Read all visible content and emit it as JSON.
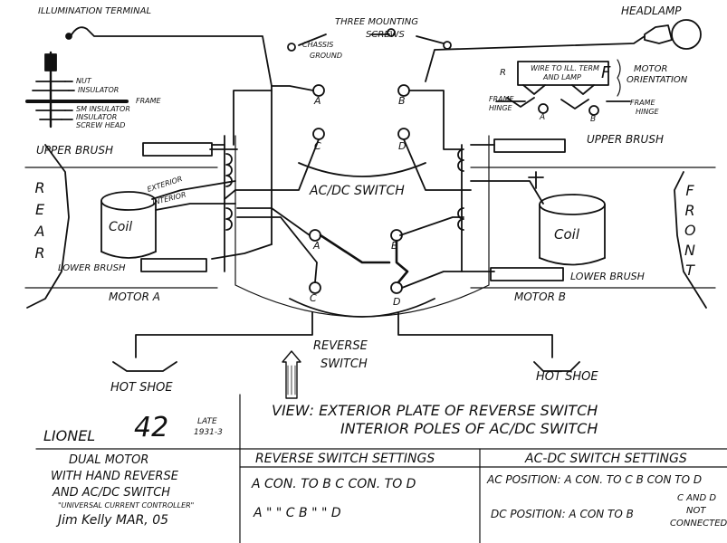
{
  "labels": {
    "illumination_terminal": "ILLUMINATION TERMINAL",
    "headlamp": "HEADLAMP",
    "three_mounting": "THREE MOUNTING",
    "screws": "SCREWS",
    "chassis": "CHASSIS",
    "ground": "GROUND",
    "nut": "NUT",
    "insulator": "INSULATOR",
    "frame": "FRAME",
    "sm_insulator": "SM INSULATOR",
    "insulator2": "INSULATOR",
    "screw_head": "SCREW HEAD",
    "upper_brush_left": "UPPER BRUSH",
    "upper_brush_right": "UPPER BRUSH",
    "lower_brush_left": "LOWER BRUSH",
    "lower_brush_right": "LOWER BRUSH",
    "exterior": "EXTERIOR",
    "interior": "INTERIOR",
    "coil_left": "Coil",
    "coil_right": "Coil",
    "motor_a": "MOTOR A",
    "motor_b": "MOTOR B",
    "acdc_switch": "AC/DC SWITCH",
    "reverse": "REVERSE",
    "switch": "SWITCH",
    "hot_shoe_left": "HOT SHOE",
    "hot_shoe_right": "HOT SHOE",
    "rear": "REAR",
    "front": "FRONT",
    "sw_a_top": "A",
    "sw_b_top": "B",
    "sw_c_top": "C",
    "sw_d_top": "D",
    "sw_a_bot": "A",
    "sw_b_bot": "B",
    "sw_c_bot": "C",
    "sw_d_bot": "D",
    "orient_r": "R",
    "orient_f": "F",
    "wire_to_ill": "WIRE TO ILL. TERM",
    "and_lamp": "AND LAMP",
    "motor_orientation_1": "MOTOR",
    "motor_orientation_2": "ORIENTATION",
    "frame_hinge_left_1": "FRAME",
    "frame_hinge_left_2": "HINGE",
    "frame_hinge_right_1": "FRAME",
    "frame_hinge_right_2": "HINGE",
    "orient_a": "A",
    "orient_b": "B"
  },
  "title_block": {
    "make": "LIONEL",
    "model": "42",
    "late": "LATE",
    "years": "1931-3",
    "desc1": "DUAL MOTOR",
    "desc2": "WITH HAND REVERSE",
    "desc3": "AND AC/DC SWITCH",
    "desc4": "\"UNIVERSAL CURRENT CONTROLLER\"",
    "author": "Jim Kelly MAR, 05",
    "view1": "VIEW: EXTERIOR PLATE OF REVERSE SWITCH",
    "view2": "INTERIOR POLES OF AC/DC SWITCH"
  },
  "settings_table": {
    "reverse_header": "REVERSE SWITCH SETTINGS",
    "acdc_header": "AC-DC SWITCH SETTINGS",
    "reverse_row1": "A CON. TO B   C CON. TO D",
    "reverse_row2": "A  \"  \"  C   B  \"  \"  D",
    "acdc_row1": "AC POSITION: A CON. TO C  B CON TO D",
    "acdc_row2": "DC POSITION: A CON TO B",
    "acdc_row2_note1": "C AND D",
    "acdc_row2_note2": "NOT",
    "acdc_row2_note3": "CONNECTED"
  }
}
